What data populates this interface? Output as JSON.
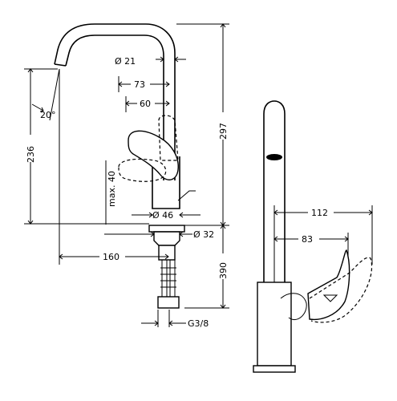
{
  "dimensions": {
    "pipe_diameter": "Ø 21",
    "handle_reach_73": "73",
    "handle_reach_60": "60",
    "angle": "20°",
    "height_236": "236",
    "height_297": "297",
    "max_40": "max. 40",
    "base_diameter": "Ø 46",
    "hole_diameter": "Ø 32",
    "reach_160": "160",
    "length_390": "390",
    "connection": "G3/8",
    "side_112": "112",
    "side_83": "83"
  }
}
